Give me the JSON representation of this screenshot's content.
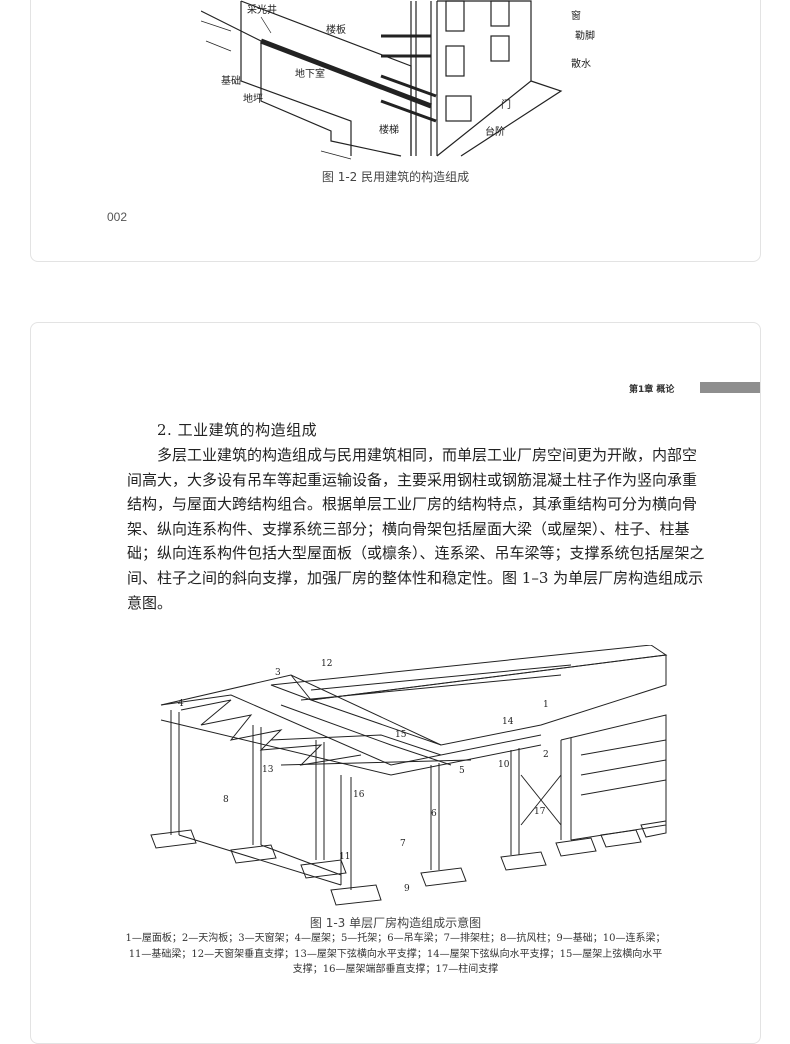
{
  "page1": {
    "figure_labels": [
      "采光井",
      "楼板",
      "窗",
      "勒脚",
      "散水",
      "基础",
      "地下室",
      "地坪",
      "门",
      "楼梯",
      "台阶"
    ],
    "caption": "图 1-2   民用建筑的构造组成",
    "page_number": "002"
  },
  "page2": {
    "header": {
      "chapter": "第1章   概论"
    },
    "section_heading": "2. 工业建筑的构造组成",
    "paragraph_lines": [
      "多层工业建筑的构造组成与民用建筑相同，而单层工业厂房空间更为开敞，内部空",
      "间高大，大多设有吊车等起重运输设备，主要采用钢柱或钢筋混凝土柱子作为竖向承重",
      "结构，与屋面大跨结构组合。根据单层工业厂房的结构特点，其承重结构可分为横向骨",
      "架、纵向连系构件、支撑系统三部分；横向骨架包括屋面大梁（或屋架）、柱子、柱基",
      "础；纵向连系构件包括大型屋面板（或檩条）、连系梁、吊车梁等；支撑系统包括屋架之",
      "间、柱子之间的斜向支撑，加强厂房的整体性和稳定性。图 1–3 为单层厂房构造组成示",
      "意图。"
    ],
    "figure_numbers": [
      "1",
      "2",
      "3",
      "4",
      "5",
      "6",
      "7",
      "8",
      "9",
      "10",
      "11",
      "12",
      "13",
      "14",
      "15",
      "16",
      "17"
    ],
    "caption": "图 1-3   单层厂房构造组成示意图",
    "legend_lines": [
      "1—屋面板；2—天沟板；3—天窗架；4—屋架；5—托架；6—吊车梁；7—排架柱；8—抗风柱；9—基础；10—连系梁；",
      "11—基础梁；12—天窗架垂直支撑；13—屋架下弦横向水平支撑；14—屋架下弦纵向水平支撑；15—屋架上弦横向水平",
      "支撑；16—屋架端部垂直支撑；17—柱间支撑"
    ]
  }
}
